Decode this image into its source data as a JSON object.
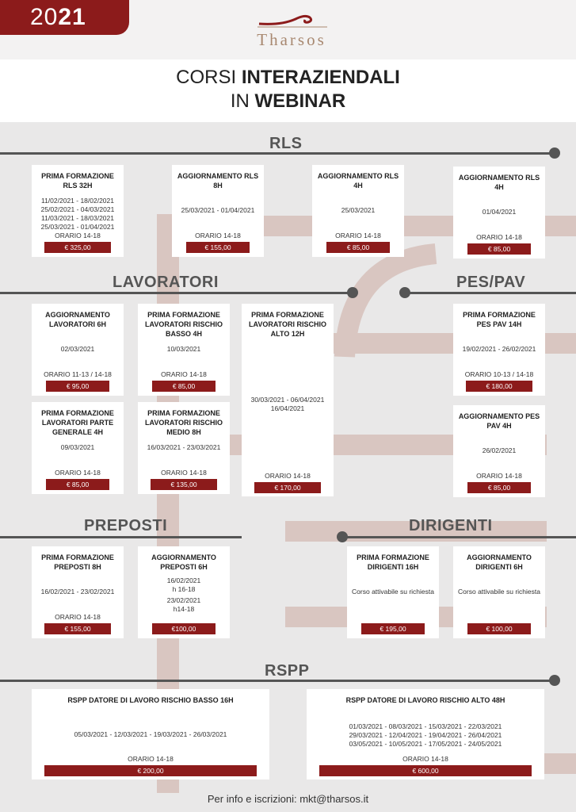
{
  "year": {
    "prefix": "20",
    "suffix": "21"
  },
  "brand": "Tharsos",
  "title": {
    "line1_light": "CORSI ",
    "line1_bold": "INTERAZIENDALI",
    "line2_light": "IN ",
    "line2_bold": "WEBINAR"
  },
  "sections": {
    "rls": "RLS",
    "lavoratori": "LAVORATORI",
    "pespav": "PES/PAV",
    "preposti": "PREPOSTI",
    "dirigenti": "DIRIGENTI",
    "rspp": "RSPP"
  },
  "cards": {
    "rls32": {
      "title": "PRIMA FORMAZIONE RLS 32H",
      "dates": [
        "11/02/2021 - 18/02/2021",
        "25/02/2021 - 04/03/2021",
        "11/03/2021 - 18/03/2021",
        "25/03/2021 - 01/04/2021"
      ],
      "orario": "ORARIO 14-18",
      "price": "€ 325,00"
    },
    "rls8": {
      "title": "AGGIORNAMENTO RLS 8H",
      "dates": [
        "25/03/2021 - 01/04/2021"
      ],
      "orario": "ORARIO 14-18",
      "price": "€ 155,00"
    },
    "rls4a": {
      "title": "AGGIORNAMENTO RLS 4H",
      "dates": [
        "25/03/2021"
      ],
      "orario": "ORARIO 14-18",
      "price": "€ 85,00"
    },
    "rls4b": {
      "title": "AGGIORNAMENTO RLS 4H",
      "dates": [
        "01/04/2021"
      ],
      "orario": "ORARIO 14-18",
      "price": "€ 85,00"
    },
    "lav6": {
      "title": "AGGIORNAMENTO LAVORATORI 6H",
      "dates": [
        "02/03/2021"
      ],
      "orario": "ORARIO 11-13 / 14-18",
      "price": "€ 95,00"
    },
    "lavbasso": {
      "title": "PRIMA FORMAZIONE LAVORATORI RISCHIO BASSO 4H",
      "dates": [
        "10/03/2021"
      ],
      "orario": "ORARIO 14-18",
      "price": "€ 85,00"
    },
    "lavalto": {
      "title": "PRIMA FORMAZIONE LAVORATORI RISCHIO ALTO 12H",
      "dates": [
        "30/03/2021 - 06/04/2021",
        "16/04/2021"
      ],
      "orario": "ORARIO 14-18",
      "price": "€ 170,00"
    },
    "lavgen": {
      "title": "PRIMA FORMAZIONE LAVORATORI PARTE GENERALE 4H",
      "dates": [
        "09/03/2021"
      ],
      "orario": "ORARIO 14-18",
      "price": "€ 85,00"
    },
    "lavmedio": {
      "title": "PRIMA FORMAZIONE LAVORATORI RISCHIO MEDIO 8H",
      "dates": [
        "16/03/2021 - 23/03/2021"
      ],
      "orario": "ORARIO 14-18",
      "price": "€ 135,00"
    },
    "pes14": {
      "title": "PRIMA FORMAZIONE PES PAV 14H",
      "dates": [
        "19/02/2021 - 26/02/2021"
      ],
      "orario": "ORARIO 10-13 / 14-18",
      "price": "€ 180,00"
    },
    "pes4": {
      "title": "AGGIORNAMENTO PES PAV 4H",
      "dates": [
        "26/02/2021"
      ],
      "orario": "ORARIO 14-18",
      "price": "€ 85,00"
    },
    "prep8": {
      "title": "PRIMA FORMAZIONE PREPOSTI 8H",
      "dates": [
        "16/02/2021 - 23/02/2021"
      ],
      "orario": "ORARIO 14-18",
      "price": "€ 155,00"
    },
    "prep6": {
      "title": "AGGIORNAMENTO PREPOSTI 6H",
      "dates": [
        "16/02/2021",
        "h 16-18",
        "23/02/2021",
        "h14-18"
      ],
      "price": "€100,00"
    },
    "dir16": {
      "title": "PRIMA FORMAZIONE DIRIGENTI 16H",
      "dates": [
        "Corso attivabile su richiesta"
      ],
      "price": "€ 195,00"
    },
    "dir6": {
      "title": "AGGIORNAMENTO DIRIGENTI 6H",
      "dates": [
        "Corso attivabile su richiesta"
      ],
      "price": "€ 100,00"
    },
    "rsppbasso": {
      "title": "RSPP DATORE DI LAVORO RISCHIO BASSO 16H",
      "dates": [
        "05/03/2021 - 12/03/2021 - 19/03/2021 - 26/03/2021"
      ],
      "orario": "ORARIO 14-18",
      "price": "€ 200,00"
    },
    "rsppalto": {
      "title": "RSPP DATORE DI LAVORO RISCHIO ALTO 48H",
      "dates": [
        "01/03/2021 - 08/03/2021 - 15/03/2021 - 22/03/2021",
        "29/03/2021 - 12/04/2021 - 19/04/2021 - 26/04/2021",
        "03/05/2021 - 10/05/2021 - 17/05/2021 - 24/05/2021"
      ],
      "orario": "ORARIO 14-18",
      "price": "€ 600,00"
    }
  },
  "footer": "Per info e iscrizioni: mkt@tharsos.it",
  "colors": {
    "accent": "#8c1b1b",
    "line": "#555555",
    "deco": "#d9c6c1",
    "brand": "#a88870"
  }
}
